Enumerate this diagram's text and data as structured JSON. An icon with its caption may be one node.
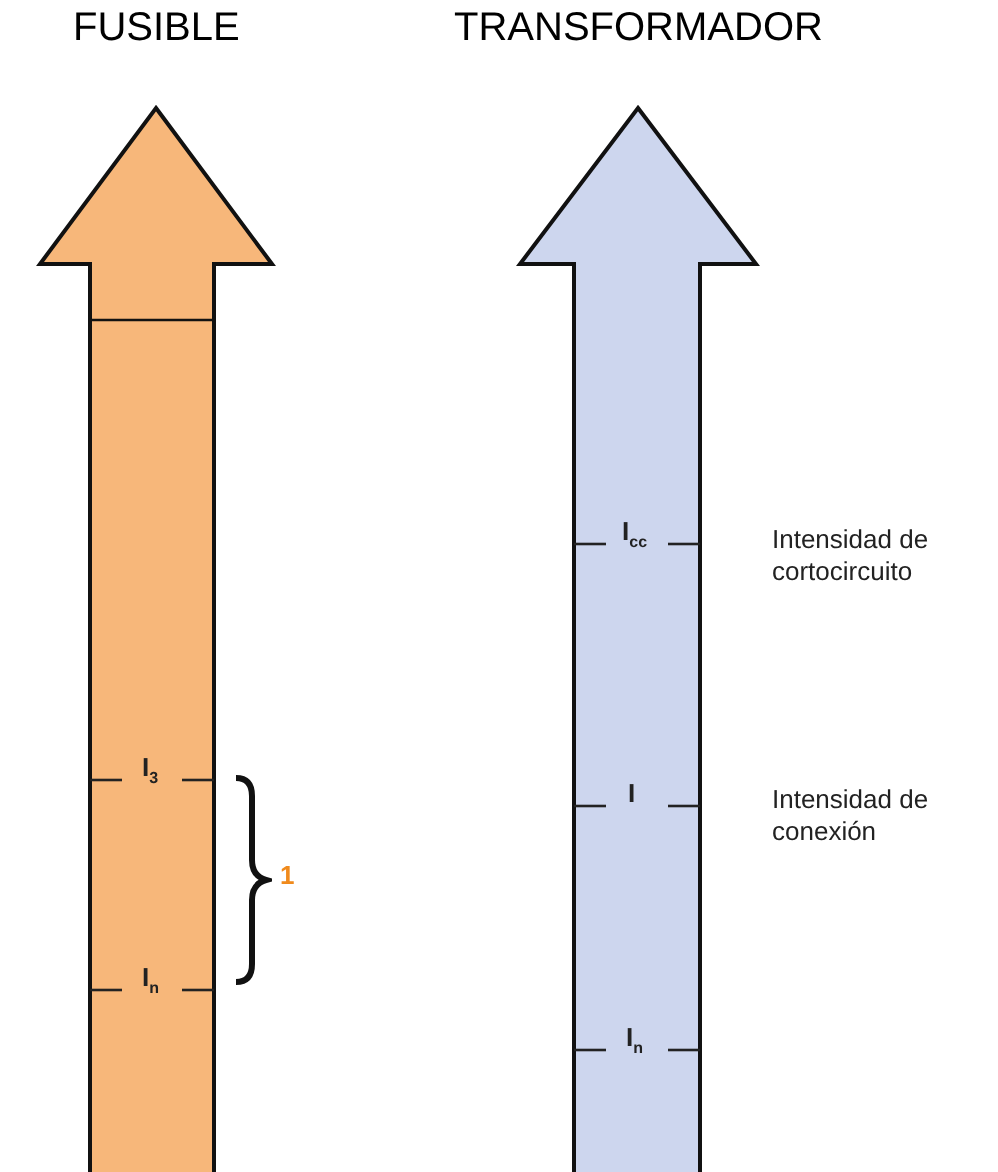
{
  "diagram": {
    "nodes": [
      {
        "text": [
          "FUSIBLE"
        ]
      },
      {
        "text": [
          "TRANSFORMADOR"
        ]
      }
    ],
    "edges": [],
    "labels": [
      "I$_{cc}$",
      "Intensidad de cortocircuito",
      "I$_{3}$",
      "I",
      "Intensidad de conexión",
      "1",
      "I$_{n}$",
      "I$_{n}$"
    ]
  }
}
